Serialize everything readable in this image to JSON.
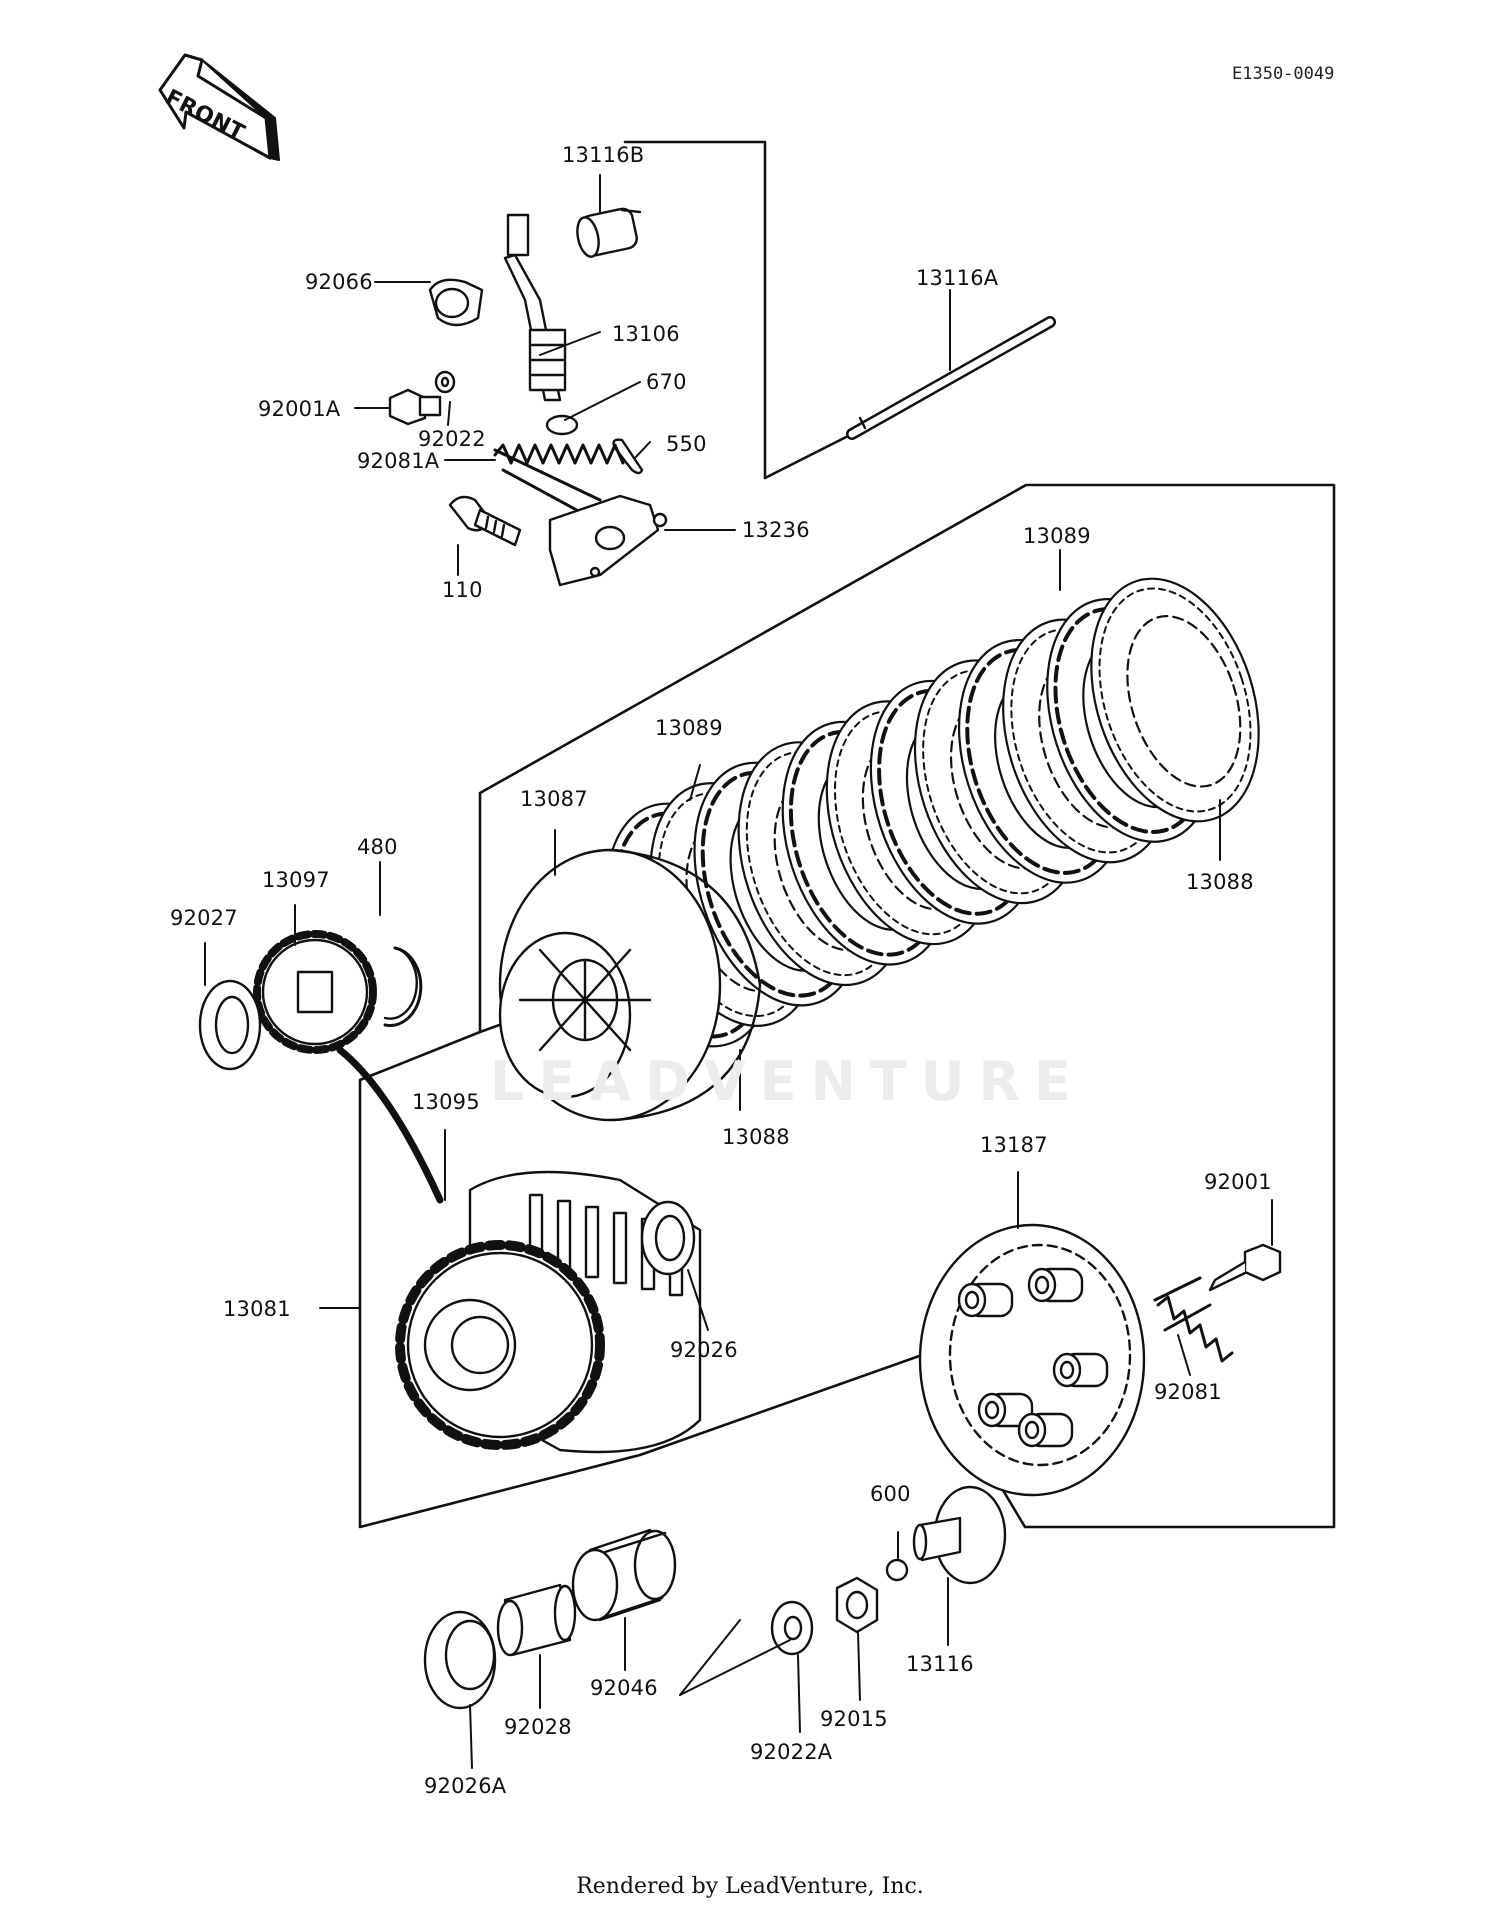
{
  "diagram_code": "E1350-0049",
  "front_arrow_label": "FRONT",
  "watermark_text": "LEADVENTURE",
  "footer_text": "Rendered by LeadVenture, Inc.",
  "part_labels": {
    "p13116B": "13116B",
    "p13116A": "13116A",
    "p92066": "92066",
    "p13106": "13106",
    "p670": "670",
    "p92001A": "92001A",
    "p92022": "92022",
    "p550": "550",
    "p92081A": "92081A",
    "p13236": "13236",
    "p110": "110",
    "p13089_top": "13089",
    "p13089_mid": "13089",
    "p13087": "13087",
    "p13088_right": "13088",
    "p13088_low": "13088",
    "p480": "480",
    "p13097": "13097",
    "p92027": "92027",
    "p13095": "13095",
    "p13187": "13187",
    "p92001": "92001",
    "p13081": "13081",
    "p92026": "92026",
    "p92081": "92081",
    "p600": "600",
    "p13116": "13116",
    "p92046": "92046",
    "p92015": "92015",
    "p92028": "92028",
    "p92022A": "92022A",
    "p92026A": "92026A"
  }
}
